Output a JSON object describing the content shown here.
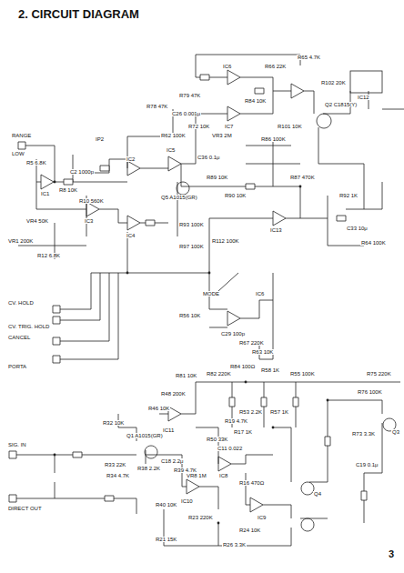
{
  "diagram": {
    "title": "2. CIRCUIT DIAGRAM",
    "labels": [
      "RANGE",
      "LOW",
      "R5 6.8K",
      "IC1",
      "C2 1000p",
      "R8 10K",
      "R10 560K",
      "VR4 50K",
      "VR1 200K",
      "R12 6.8K",
      "IP2",
      "IC2",
      "IC3",
      "IC4",
      "IC5",
      "C26 0.001μ",
      "R62 100K",
      "R79 47K",
      "R78 47K",
      "IC6",
      "IC7",
      "R84 10K",
      "R72 10K",
      "VR3 2M",
      "R86 100K",
      "R101 10K",
      "C36 0.1μ",
      "R89 10K",
      "Q5 A1015(GR)",
      "R90 10K",
      "R93 100K",
      "R97 100K",
      "R112 100K",
      "R87 470K",
      "IC13",
      "R92 1K",
      "C33 10μ",
      "R64 100K",
      "R65 4.7K",
      "R66 22K",
      "R102 20K",
      "IC12",
      "Q2 C1815(Y)",
      "CV. HOLD",
      "CV. TRIG. HOLD",
      "CANCEL",
      "PORTA",
      "MODE",
      "R56 10K",
      "IC6",
      "C29 100p",
      "R67 220K",
      "R63 10K",
      "R81 10K",
      "R48 200K",
      "R46 10K",
      "IC11",
      "R82 220K",
      "R84 100Ω",
      "R58 1K",
      "R55 100K",
      "R53 2.2K",
      "R57 1K",
      "R19 4.7K",
      "R17 1K",
      "R50 33K",
      "C11 0.022",
      "IC8",
      "R16 470Ω",
      "IC9",
      "R23 220K",
      "R24 10K",
      "R21 15K",
      "R26 3.3K",
      "R32 10K",
      "Q1 A1015(GR)",
      "SIG. IN",
      "R33 22K",
      "R34 4.7K",
      "C18 2.2μ",
      "R38 2.2K",
      "R39 4.7K",
      "VR8 1M",
      "IC10",
      "R40 10K",
      "DIRECT OUT",
      "R75 220K",
      "R76 100K",
      "Q3",
      "R73 3.3K",
      "C19 0.1μ",
      "Q4",
      "3"
    ]
  }
}
